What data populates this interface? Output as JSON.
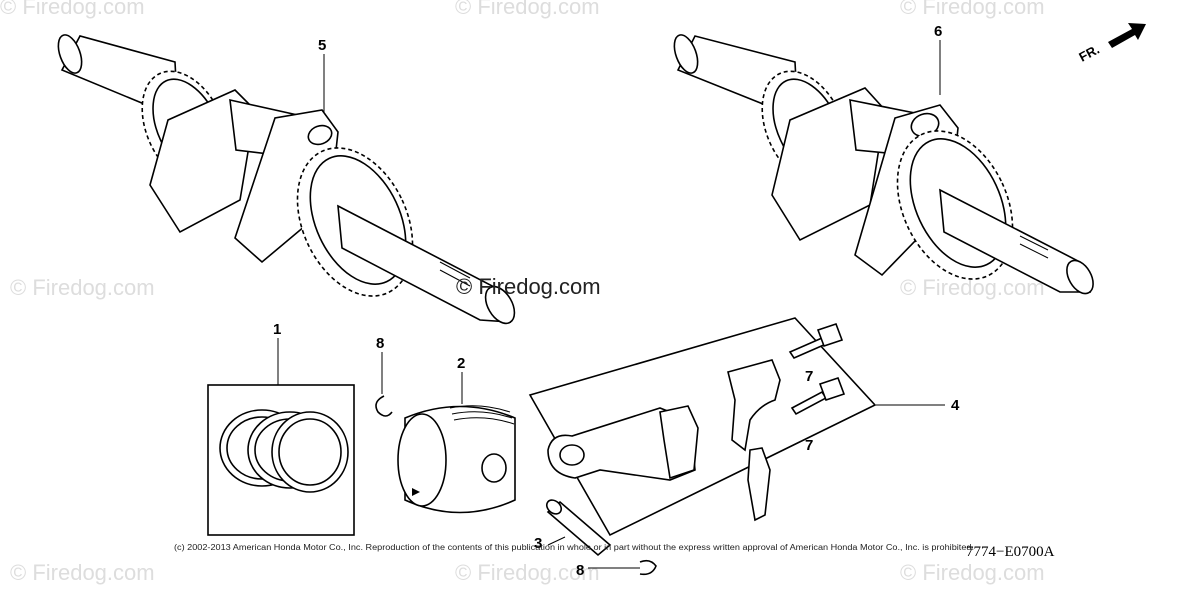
{
  "watermarks": {
    "site": "© Firedog.com",
    "center": "© Firedog.com"
  },
  "fr_label": "FR.",
  "callouts": [
    "1",
    "2",
    "3",
    "4",
    "5",
    "6",
    "7",
    "7",
    "8",
    "8"
  ],
  "copyright": "(c) 2002-2013 American Honda Motor Co., Inc. Reproduction of the contents of this publication in whole or in part without the express written approval of American Honda Motor Co., Inc. is prohibited.",
  "part_number": "7774−E0700A",
  "icons": {
    "direction_arrow": "fr-arrow-icon"
  }
}
